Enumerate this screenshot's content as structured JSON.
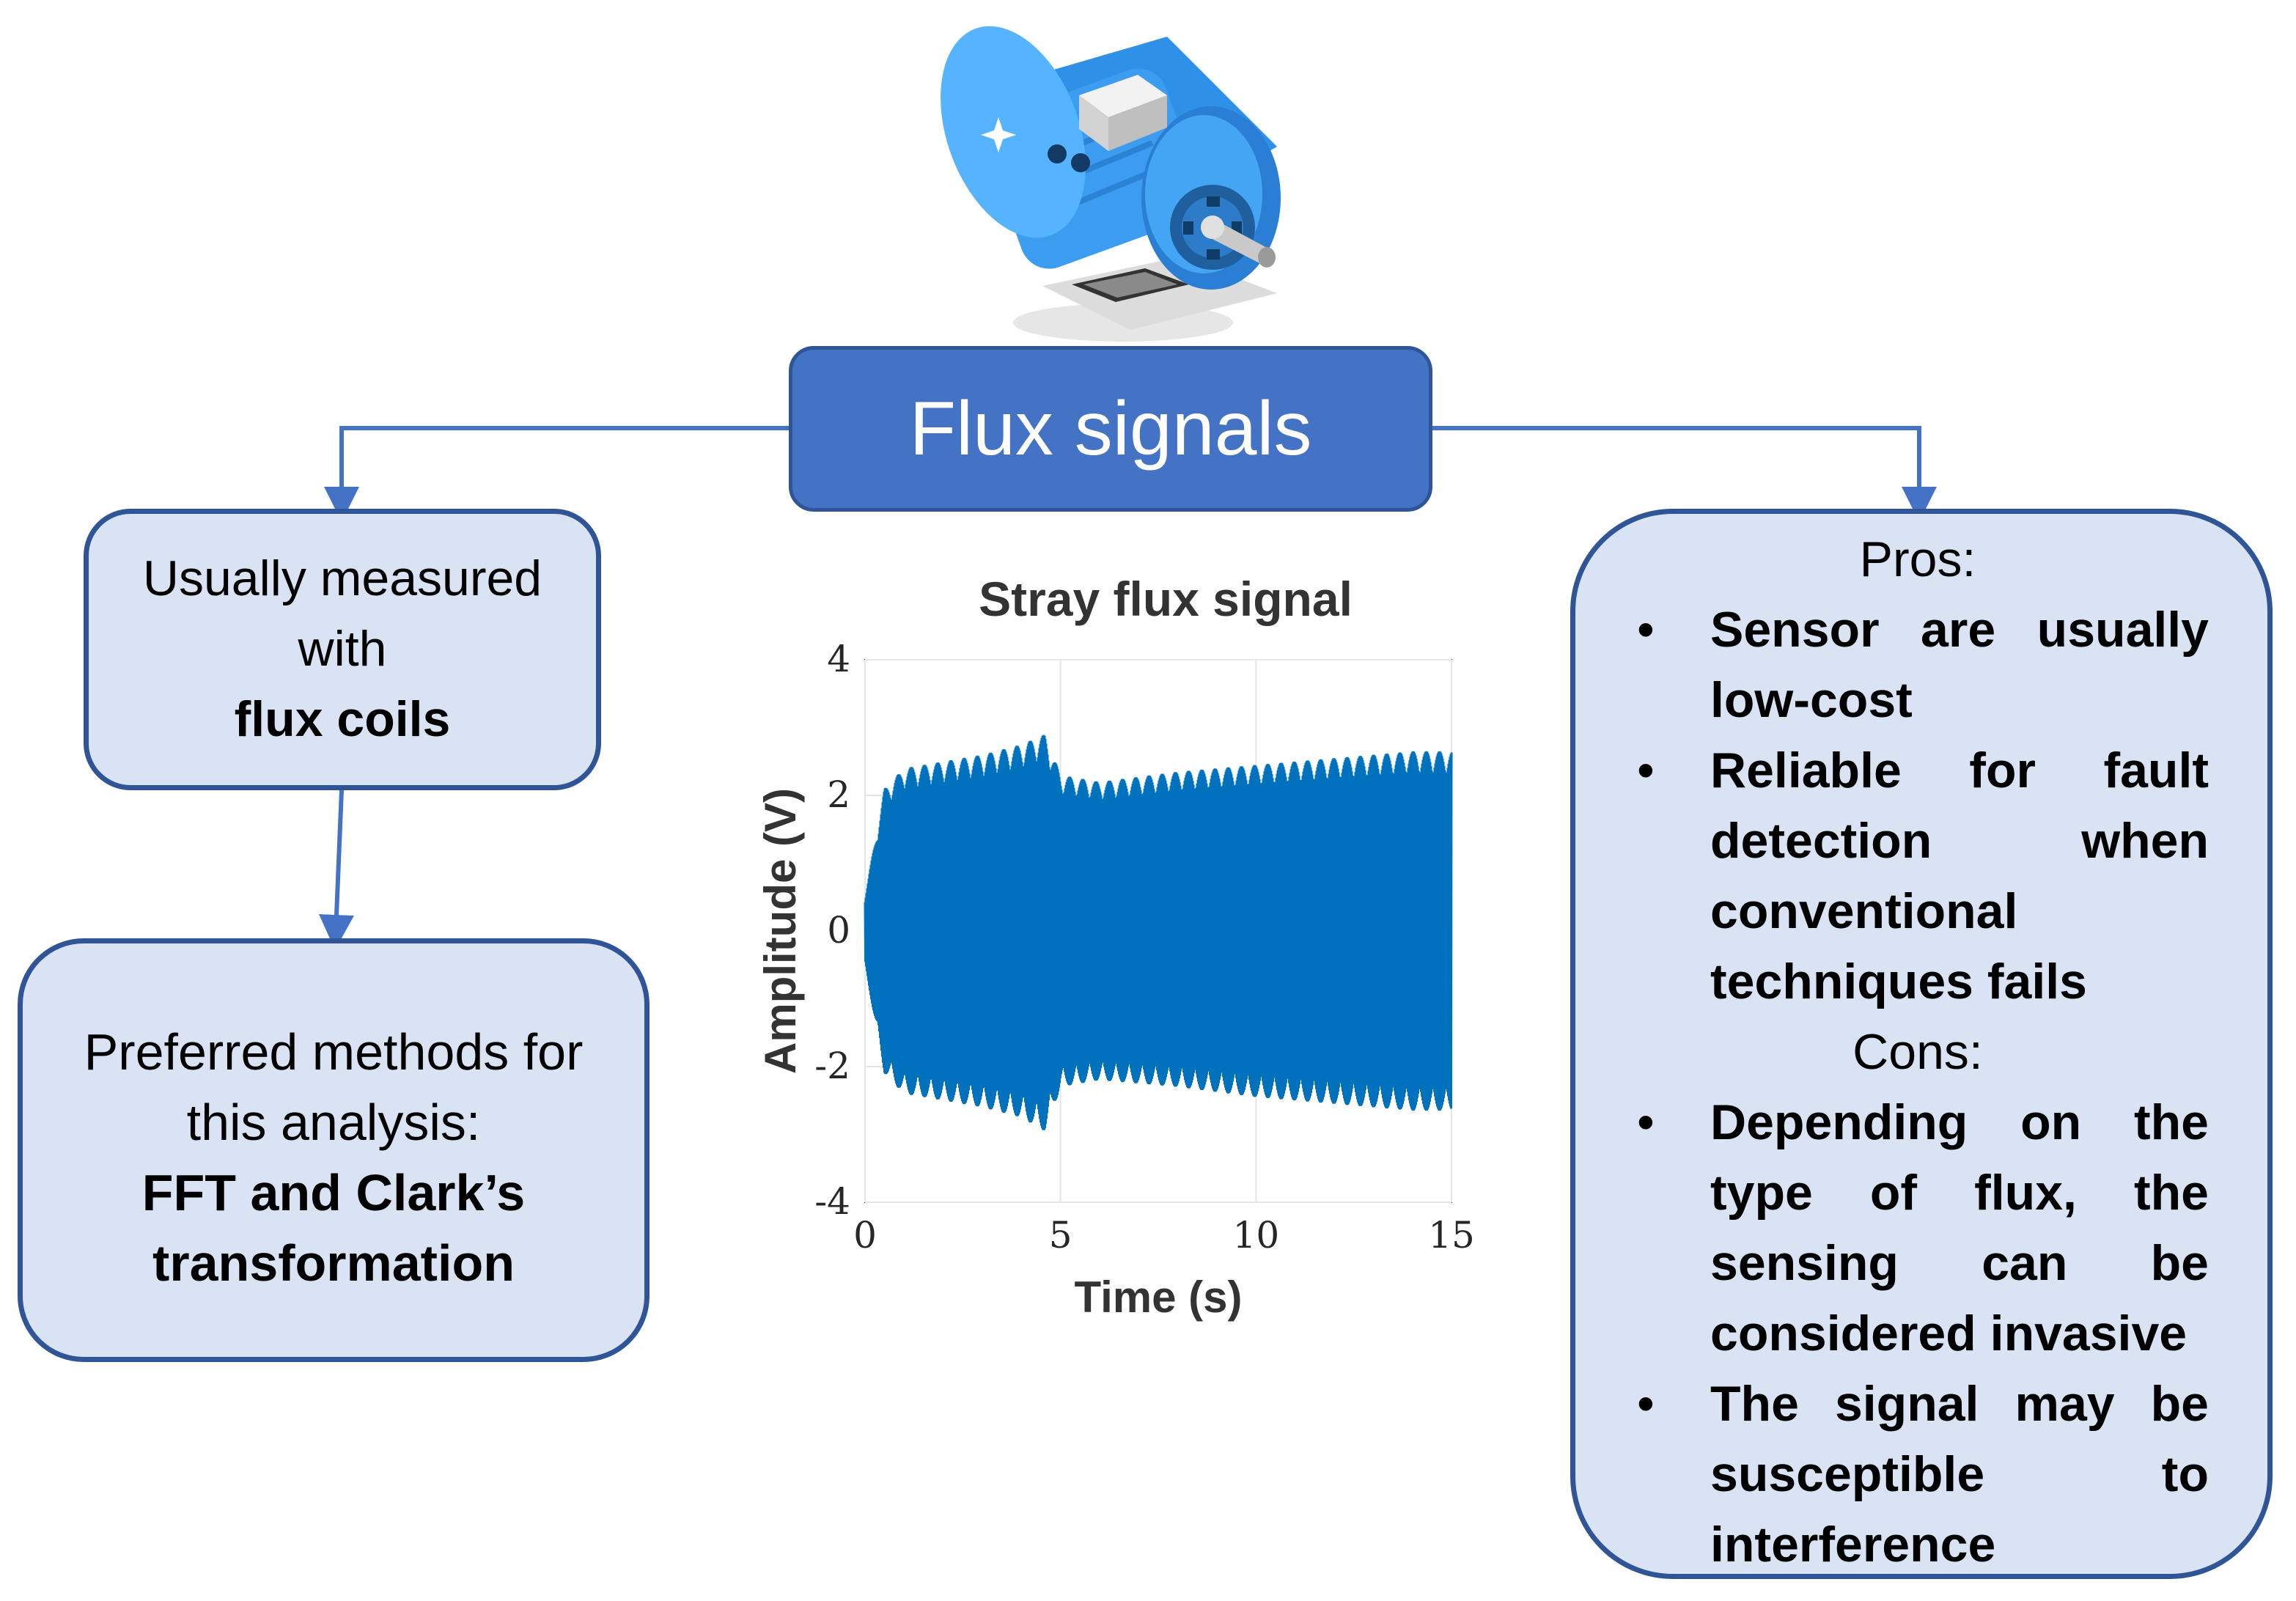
{
  "title": "Flux signals",
  "left_top_box": {
    "line1": "Usually measured",
    "line2": "with",
    "bold": "flux coils"
  },
  "left_bottom_box": {
    "line1": "Preferred methods for",
    "line2": "this analysis:",
    "bold1": "FFT and Clark’s",
    "bold2": "transformation"
  },
  "right_box": {
    "pros_heading": "Pros:",
    "pros": [
      "Sensor are usually low-cost",
      "Reliable for fault detection when conventional techniques fails"
    ],
    "cons_heading": "Cons:",
    "cons": [
      "Depending on the type of flux, the sensing can be considered invasive",
      "The signal may be susceptible to interference"
    ],
    "bullet_symbol": "•"
  },
  "icons": [
    "electric-motor-icon"
  ],
  "colors": {
    "title_fill": "#4472c4",
    "box_fill": "#dae3f3",
    "border": "#2f5597",
    "signal": "#0072bd"
  },
  "chart_data": {
    "type": "line",
    "title": "Stray flux signal",
    "xlabel": "Time (s)",
    "ylabel": "Amplitude (V)",
    "xlim": [
      0,
      15
    ],
    "ylim": [
      -4,
      4
    ],
    "xticks": [
      "0",
      "5",
      "10",
      "15"
    ],
    "yticks": [
      "4",
      "2",
      "0",
      "-2",
      "-4"
    ],
    "grid": true,
    "series": [
      {
        "envelope_time": [
          0,
          0.5,
          1,
          2,
          3,
          4,
          4.6,
          5,
          6,
          8,
          10,
          12,
          14,
          15
        ],
        "envelope_upper": [
          0.5,
          2.1,
          2.4,
          2.5,
          2.6,
          2.75,
          2.9,
          2.3,
          2.2,
          2.35,
          2.45,
          2.55,
          2.65,
          2.65
        ],
        "envelope_lower": [
          -0.5,
          -2.1,
          -2.4,
          -2.5,
          -2.6,
          -2.75,
          -2.95,
          -2.3,
          -2.2,
          -2.3,
          -2.45,
          -2.55,
          -2.65,
          -2.65
        ]
      }
    ]
  }
}
